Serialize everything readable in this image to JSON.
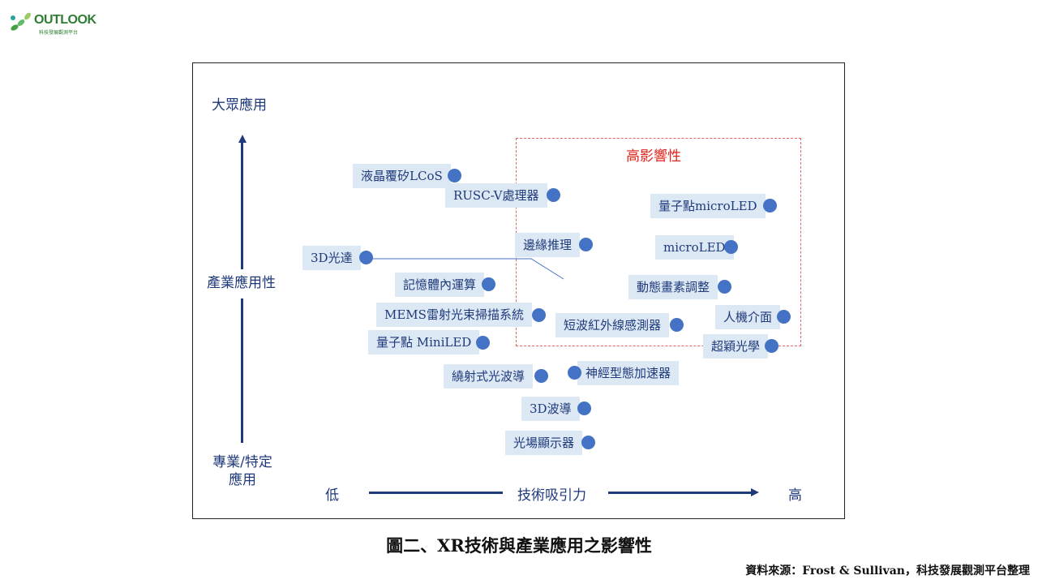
{
  "logo": {
    "text": "OUTLOOK",
    "subtitle": "科技發展觀測平台"
  },
  "y_axis": {
    "top": "大眾應用",
    "middle": "產業應用性",
    "bottom_line1": "專業/特定",
    "bottom_line2": "應用"
  },
  "x_axis": {
    "low": "低",
    "middle": "技術吸引力",
    "high": "高"
  },
  "zone": {
    "title": "高影響性",
    "color": "#e06666"
  },
  "items": [
    {
      "label": "液晶覆矽LCoS"
    },
    {
      "label": "RUSC-V處理器"
    },
    {
      "label": "量子點microLED"
    },
    {
      "label": "邊緣推理"
    },
    {
      "label": "microLED"
    },
    {
      "label": "3D光達"
    },
    {
      "label": "記憶體內運算"
    },
    {
      "label": "動態畫素調整"
    },
    {
      "label": "MEMS雷射光束掃描系統"
    },
    {
      "label": "人機介面"
    },
    {
      "label": "短波紅外線感測器"
    },
    {
      "label": "量子點 MiniLED"
    },
    {
      "label": "超穎光學"
    },
    {
      "label": "繞射式光波導"
    },
    {
      "label": "神經型態加速器"
    },
    {
      "label": "3D波導"
    },
    {
      "label": "光場顯示器"
    }
  ],
  "colors": {
    "accent": "#1f3a7a",
    "dot": "#4472c4",
    "label_bg": "#dde8f5",
    "highlight": "#e0241b"
  },
  "caption": "圖二、XR技術與產業應用之影響性",
  "source": "資料來源：Frost & Sullivan，科技發展觀測平台整理"
}
